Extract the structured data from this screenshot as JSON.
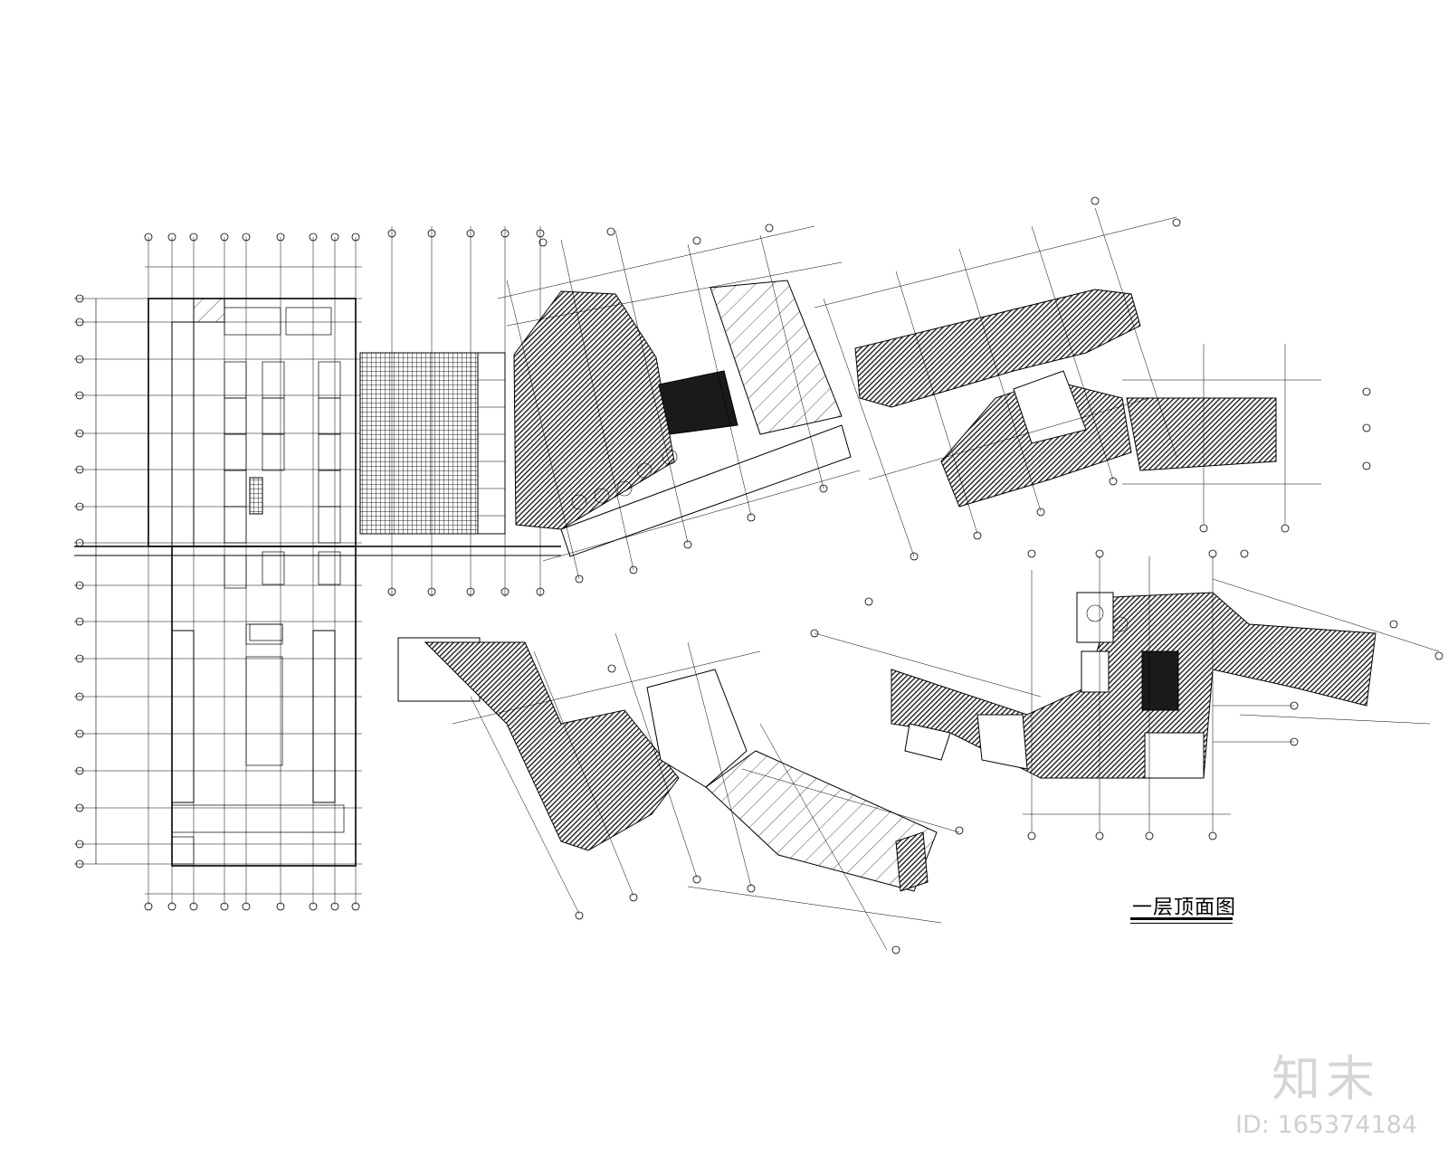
{
  "drawing": {
    "title": "一层顶面图"
  },
  "watermark": {
    "logo_text": "知末",
    "id_text": "ID: 165374184"
  },
  "colors": {
    "ink": "#000000",
    "hatch_fill": "#3a3a3a",
    "grid_fill": "#555555",
    "watermark": "#d0d0d0",
    "background": "#ffffff"
  }
}
